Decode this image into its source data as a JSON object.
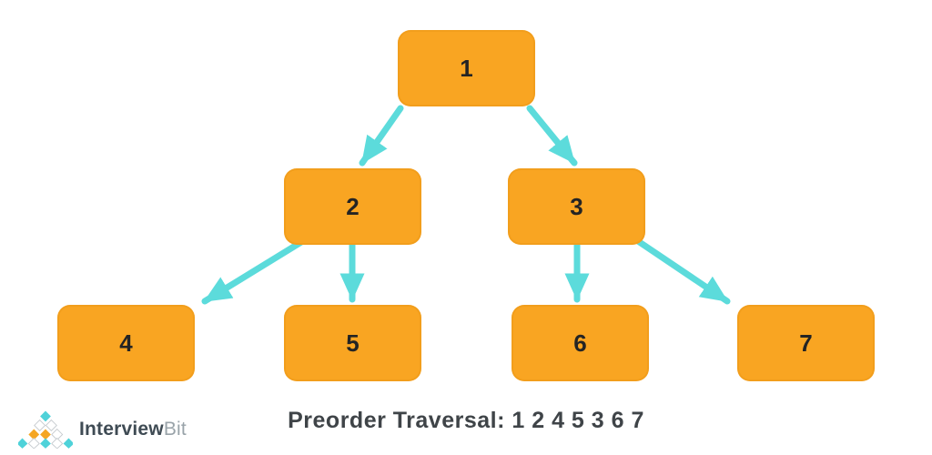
{
  "tree": {
    "nodes": [
      {
        "label": "1"
      },
      {
        "label": "2"
      },
      {
        "label": "3"
      },
      {
        "label": "4"
      },
      {
        "label": "5"
      },
      {
        "label": "6"
      },
      {
        "label": "7"
      }
    ],
    "edges": [
      [
        "1",
        "2"
      ],
      [
        "1",
        "3"
      ],
      [
        "2",
        "4"
      ],
      [
        "2",
        "5"
      ],
      [
        "3",
        "6"
      ],
      [
        "3",
        "7"
      ]
    ]
  },
  "caption": {
    "text": "Preorder Traversal: 1 2 4 5 3 6 7"
  },
  "logo": {
    "primary": "Interview",
    "secondary": "Bit"
  },
  "colors": {
    "node_fill": "#F9A522",
    "node_text": "#242424",
    "arrow": "#5CDBDB",
    "caption_text": "#3F4448",
    "logo_dark": "#3F4B54",
    "logo_gray": "#99A3A9",
    "logo_cyan": "#4FD2D9",
    "logo_orange": "#F5A623",
    "logo_outline": "#C5CACE"
  }
}
